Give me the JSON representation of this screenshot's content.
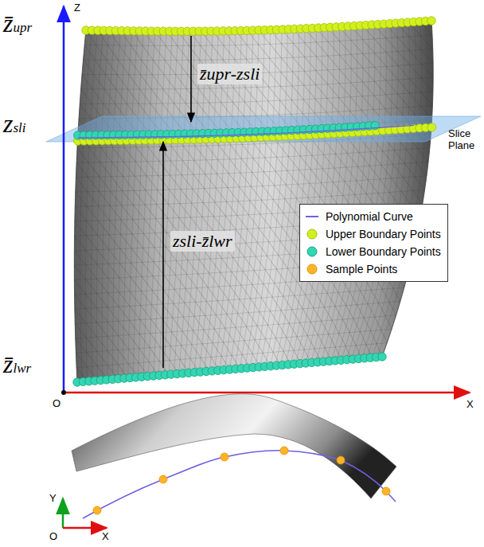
{
  "diagram": {
    "labels": [
      "Z",
      "z̄upr",
      "z̄upr-zsli",
      "zsli",
      "Slice Plane",
      "zsli-z̄lwr",
      "z̄lwr",
      "O",
      "X",
      "Y",
      "X",
      "O"
    ],
    "legend": [
      {
        "text": "Polynomial Curve"
      },
      {
        "text": "Upper Boundary Points"
      },
      {
        "text": "Lower Boundary Points"
      },
      {
        "text": "Sample Points"
      }
    ]
  }
}
